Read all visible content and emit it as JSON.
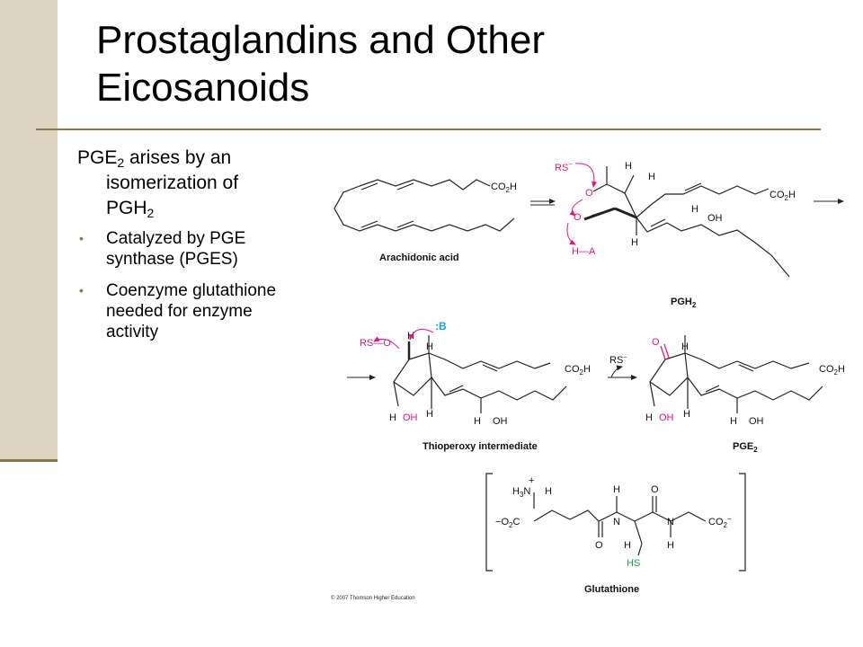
{
  "slide": {
    "title_line1": "Prostaglandins and Other",
    "title_line2": "Eicosanoids",
    "lead": {
      "prefix": "PGE",
      "sub1": "2",
      "middle": " arises by an",
      "cont1": "isomerization of",
      "cont2": "PGH",
      "sub2": "2"
    },
    "bullets": [
      "Catalyzed by PGE synthase (PGES)",
      "Coenzyme glutathione needed for enzyme activity"
    ]
  },
  "figure": {
    "labels": {
      "arachidonic_acid": "Arachidonic acid",
      "pgh2": "PGH",
      "thioperoxy": "Thioperoxy intermediate",
      "pge2": "PGE",
      "glutathione": "Glutathione",
      "sub2": "2"
    },
    "groups": {
      "co2h": "CO",
      "co2h_sub": "2",
      "co2h_end": "H",
      "oh": "OH",
      "h": "H",
      "o": "O",
      "n": "N",
      "rs_minus": "RS",
      "rs_o": "RS",
      "b": ":B",
      "a": "A",
      "hs": "HS",
      "h3n": "H",
      "o2c": "O",
      "o2c_sub": "2",
      "co2_minus": "CO"
    },
    "copyright": "© 2007 Thomson Higher Education"
  },
  "colors": {
    "accent_bar": "#dcd3c0",
    "rule": "#8a7650",
    "mechanism_magenta": "#e0157f",
    "mechanism_cyan": "#1aa0d8",
    "thiol_green": "#11a24a"
  }
}
